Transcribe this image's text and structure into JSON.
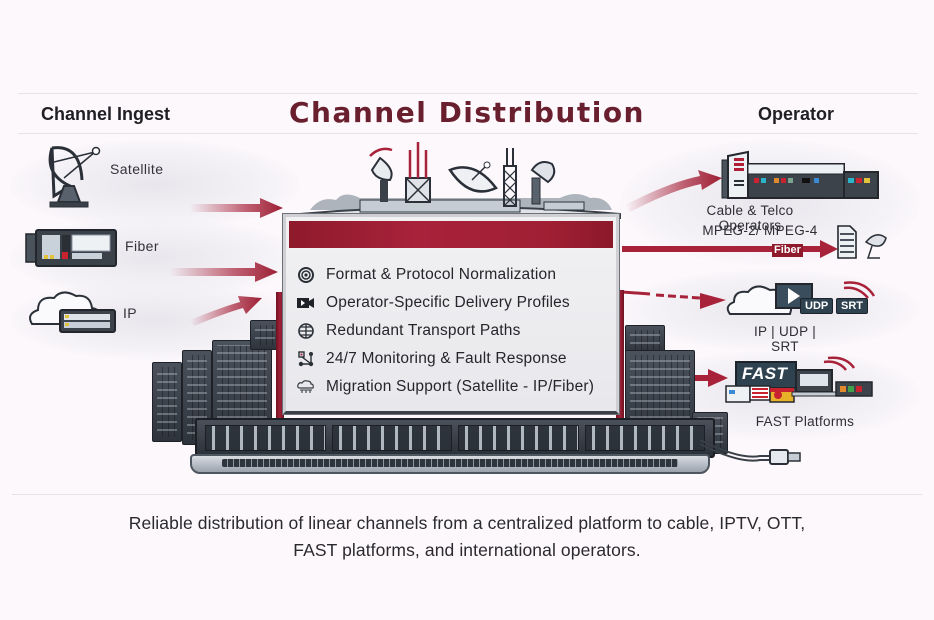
{
  "header": {
    "left_title": "Channel Ingest",
    "main_title": "Channel Distribution",
    "right_title": "Operator"
  },
  "ingest": {
    "items": [
      {
        "label": "Satellite",
        "icon": "satellite-dish-icon"
      },
      {
        "label": "Fiber",
        "icon": "fiber-equipment-icon"
      },
      {
        "label": "IP",
        "icon": "cloud-server-icon"
      }
    ]
  },
  "features": [
    {
      "label": "Format & Protocol Normalization",
      "icon": "normalization-icon"
    },
    {
      "label": "Operator-Specific Delivery Profiles",
      "icon": "video-camera-icon"
    },
    {
      "label": "Redundant Transport Paths",
      "icon": "network-globe-icon"
    },
    {
      "label": "24/7 Monitoring & Fault Response",
      "icon": "monitoring-nodes-icon"
    },
    {
      "label": "Migration Support (Satellite - IP/Fiber)",
      "icon": "cloud-migration-icon"
    }
  ],
  "operators": {
    "cable": {
      "title": "Cable & Telco Operators",
      "subtitle": "MPEG-2/ MPEG-4",
      "link_label": "Fiber"
    },
    "ip": {
      "title": "IP | UDP | SRT",
      "badge_udp": "UDP",
      "badge_srt": "SRT"
    },
    "fast": {
      "title": "FAST Platforms",
      "badge": "FAST"
    }
  },
  "caption": {
    "line1": "Reliable distribution of linear channels from a centralized platform to cable, IPTV, OTT,",
    "line2": "FAST platforms, and international operators."
  },
  "colors": {
    "accent_red": "#a8223a",
    "title_maroon": "#6a1f2e",
    "equipment_dark": "#2e343c",
    "background": "#fcf8fc"
  }
}
